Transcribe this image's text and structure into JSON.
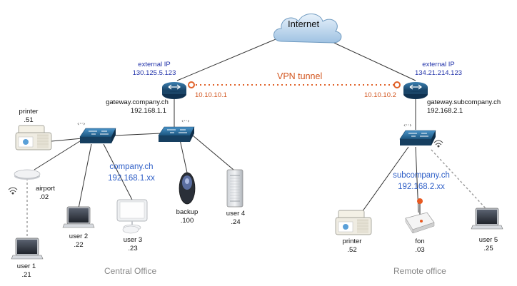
{
  "internet": {
    "label": "Internet"
  },
  "vpn": {
    "label": "VPN tunnel",
    "left_ip": "10.10.10.1",
    "right_ip": "10.10.10.2"
  },
  "central": {
    "office_label": "Central Office",
    "gateway": {
      "external_label": "external IP",
      "external_ip": "130.125.5.123",
      "name": "gateway.company.ch",
      "ip": "192.168.1.1"
    },
    "subnet": {
      "domain": "company.ch",
      "range": "192.168.1.xx"
    },
    "printer": {
      "name": "printer",
      "ip": ".51"
    },
    "airport": {
      "name": "airport",
      "ip": ".02"
    },
    "user1": {
      "name": "user 1",
      "ip": ".21"
    },
    "user2": {
      "name": "user 2",
      "ip": ".22"
    },
    "user3": {
      "name": "user 3",
      "ip": ".23"
    },
    "backup": {
      "name": "backup",
      "ip": ".100"
    },
    "user4": {
      "name": "user 4",
      "ip": ".24"
    }
  },
  "remote": {
    "office_label": "Remote office",
    "gateway": {
      "external_label": "external IP",
      "external_ip": "134.21.214.123",
      "name": "gateway.subcompany.ch",
      "ip": "192.168.2.1"
    },
    "subnet": {
      "domain": "subcompany.ch",
      "range": "192.168.2.xx"
    },
    "printer": {
      "name": "printer",
      "ip": ".52"
    },
    "fon": {
      "name": "fon",
      "ip": ".03"
    },
    "user5": {
      "name": "user 5",
      "ip": ".25"
    }
  },
  "colors": {
    "link": "#333333",
    "vpn": "#e0622a",
    "wireless": "#999999",
    "router": "#1f4f78",
    "switch": "#2b6d9e",
    "subnet_text": "#2f5fc7",
    "external_text": "#2233aa"
  },
  "icons": [
    "cloud-icon",
    "router-icon",
    "switch-icon",
    "printer-icon",
    "airport-icon",
    "laptop-icon",
    "imac-icon",
    "mouse-icon",
    "tower-icon",
    "fon-router-icon",
    "wifi-icon"
  ]
}
